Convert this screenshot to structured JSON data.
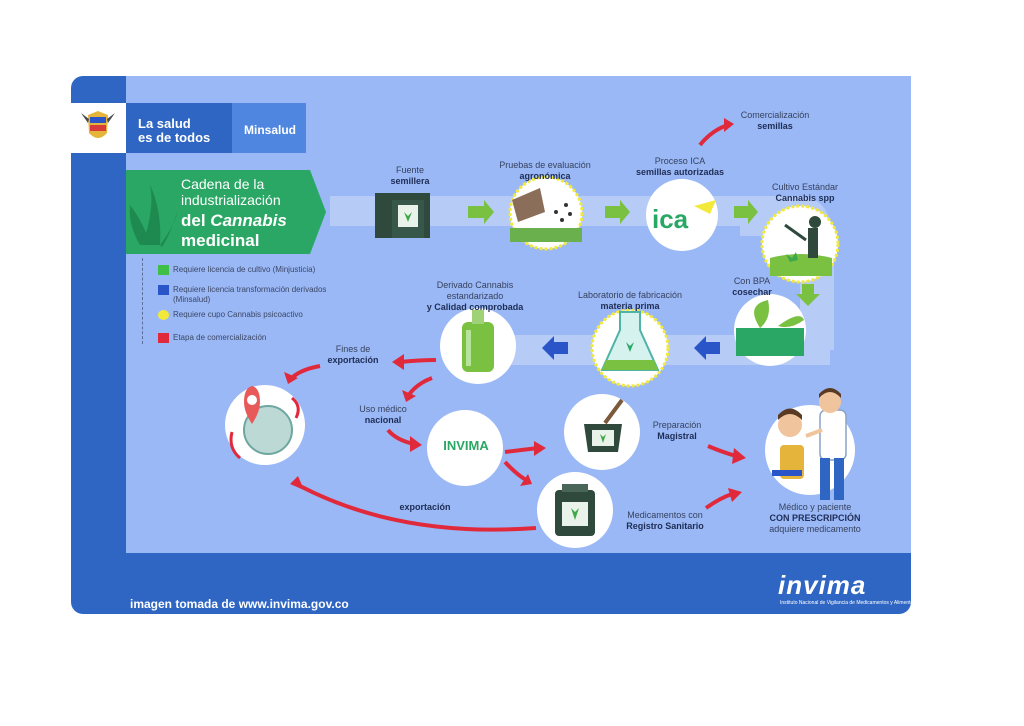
{
  "header": {
    "brand_line1": "La salud",
    "brand_line2": "es de todos",
    "ministry": "Minsalud"
  },
  "title": {
    "line1": "Cadena de la",
    "line1b": "industrialización",
    "line2a": "del ",
    "line2b": "Cannabis",
    "line3": "medicinal"
  },
  "legend": [
    {
      "label": "Requiere licencia de cultivo (Minjusticia)",
      "color": "#3fbf48"
    },
    {
      "label": "Requiere licencia transformación derivados (Minsalud)",
      "color": "#2a55c9"
    },
    {
      "label": "Requiere cupo Cannabis psicoactivo",
      "color": "#f2e93a"
    },
    {
      "label": "Etapa de comercialización",
      "color": "#e02a3c"
    }
  ],
  "steps": {
    "fuente": {
      "line1": "Fuente",
      "line2": "semillera"
    },
    "pruebas": {
      "line1": "Pruebas de evaluación",
      "line2": "agronómica"
    },
    "ica": {
      "line1": "Proceso ICA",
      "line2": "semillas autorizadas",
      "logo": "ica"
    },
    "comercializacion": {
      "line1": "Comercialización",
      "line2": "semillas"
    },
    "cultivo": {
      "line1": "Cultivo Estándar",
      "line2": "Cannabis spp"
    },
    "bpa": {
      "line1": "Con BPA",
      "line2": "cosechar"
    },
    "laboratorio": {
      "line1": "Laboratorio de fabricación",
      "line2": "materia prima"
    },
    "derivado": {
      "line1": "Derivado Cannabis",
      "line1b": "estandarizado",
      "line2": "y Calidad comprobada"
    },
    "fines": {
      "line1": "Fines de",
      "line2": "exportación"
    },
    "uso": {
      "line1": "Uso médico",
      "line2": "nacional"
    },
    "preparacion": {
      "line1": "Preparación",
      "line2": "Magistral"
    },
    "medicamentos": {
      "line1": "Medicamentos con",
      "line2": "Registro Sanitario"
    },
    "exportacion": {
      "line2": "exportación"
    },
    "medico": {
      "line1": "Médico y paciente",
      "line2": "CON PRESCRIPCIÓN",
      "line3": "adquiere medicamento"
    },
    "invima_badge": "INVIMA"
  },
  "footer": {
    "source": "imagen tomada de www.invima.gov.co",
    "logo": "invima",
    "logo_sub": "Instituto Nacional de Vigilancia de Medicamentos y Alimentos"
  },
  "colors": {
    "panel": "#9ab8f5",
    "frame": "#2f66c4",
    "green": "#2aa764",
    "arrow_green": "#7ac142",
    "arrow_blue": "#2a55c9",
    "arrow_red": "#e02a3c"
  }
}
